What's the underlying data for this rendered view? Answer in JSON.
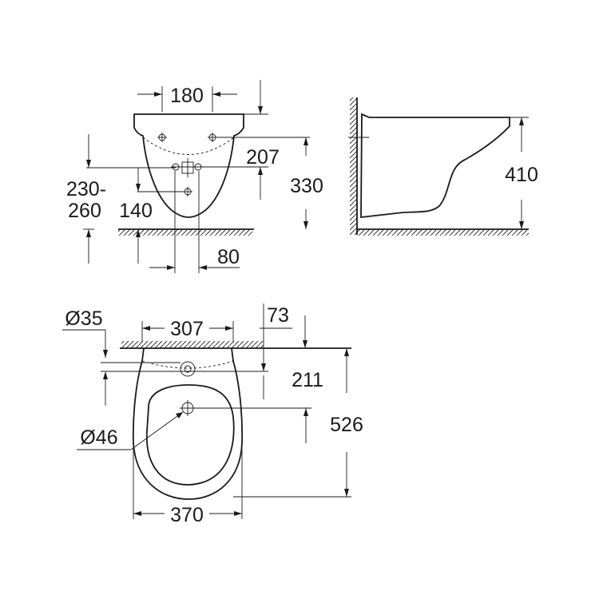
{
  "front_view": {
    "hole_spacing": "180",
    "hole_height": "207",
    "total_height": "330",
    "mount_range_top": "230-",
    "mount_range_bottom": "260",
    "center_height": "140",
    "center_offset": "80"
  },
  "side_view": {
    "height": "410"
  },
  "top_view": {
    "diameter_small": "Ø35",
    "mount_width": "307",
    "wall_offset": "73",
    "hole_distance": "211",
    "diameter_large": "Ø46",
    "depth": "526",
    "width": "370"
  }
}
